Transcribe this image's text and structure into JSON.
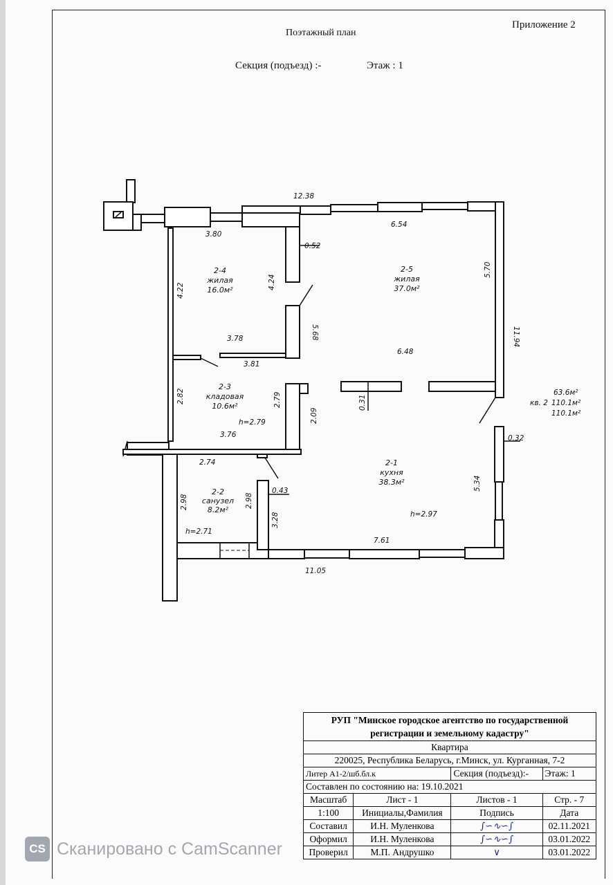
{
  "header": {
    "appendix": "Приложение 2",
    "title": "Поэтажный план",
    "section": "Секция (подъезд) :-",
    "floor": "Этаж : 1"
  },
  "plan": {
    "rooms": [
      {
        "id": "2-4",
        "name": "жилая",
        "area": "16.0м²"
      },
      {
        "id": "2-5",
        "name": "жилая",
        "area": "37.0м²"
      },
      {
        "id": "2-3",
        "name": "кладовая",
        "area": "10.6м²",
        "height": "h=2.79"
      },
      {
        "id": "2-2",
        "name": "санузел",
        "area": "8.2м²",
        "height": "h=2.71"
      },
      {
        "id": "2-1",
        "name": "кухня",
        "area": "38.3м²",
        "height": "h=2.97"
      }
    ],
    "dimensions": [
      "12.38",
      "3.80",
      "6.54",
      "0.52",
      "4.22",
      "4.24",
      "5.70",
      "5.68",
      "3.78",
      "3.81",
      "6.48",
      "11.94",
      "2.82",
      "2.79",
      "2.09",
      "0.31",
      "3.76",
      "2.74",
      "0.32",
      "2.98",
      "2.98",
      "0.43",
      "5.34",
      "3.28",
      "7.61",
      "11.05"
    ],
    "apartment": {
      "label": "кв. 2",
      "area1": "63.6м²",
      "area2": "110.1м²",
      "area3": "110.1м²"
    }
  },
  "title_block": {
    "org": "РУП \"Минское городское агентство по государственной регистрации и земельному кадастру\"",
    "object": "Квартира",
    "address": "220025, Республика Беларусь, г.Минск, ул. Курганная, 7-2",
    "liter": "Литер А1-2/шб.бл.к",
    "section": "Секция (подъезд):-",
    "floor": "Этаж: 1",
    "state_date": "Составлен по состоянию на: 19.10.2021",
    "scale_label": "Масштаб",
    "scale": "1:100",
    "sheet": "Лист -     1",
    "sheets": "Листов -   1",
    "page": "Стр. - 7",
    "col_name": "Инициалы,Фамилия",
    "col_sign": "Подпись",
    "col_date": "Дата",
    "rows": [
      {
        "role": "Составил",
        "name": "И.Н. Муленкова",
        "date": "02.11.2021"
      },
      {
        "role": "Оформил",
        "name": "И.Н. Муленкова",
        "date": "03.01.2022"
      },
      {
        "role": "Проверил",
        "name": "М.П. Андрушко",
        "date": "03.01.2022"
      }
    ]
  },
  "watermark": {
    "badge": "CS",
    "text": "Сканировано с CamScanner"
  }
}
